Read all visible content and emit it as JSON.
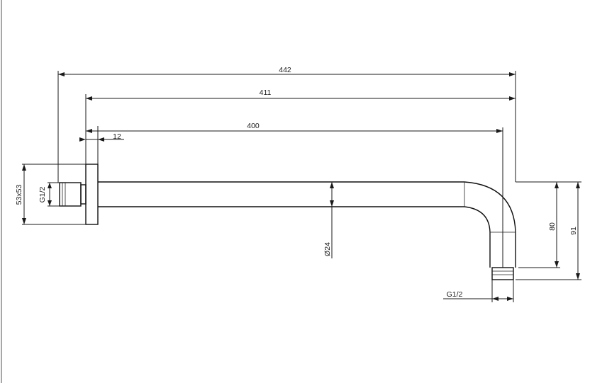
{
  "dimensions": {
    "overall_length": "442",
    "length_from_plate": "411",
    "arm_length": "400",
    "plate_thickness": "12",
    "plate_size": "53x53",
    "inlet_thread": "G1/2",
    "outlet_thread": "G1/2",
    "arm_diameter": "Ø24",
    "drop_height": "80",
    "total_height": "91"
  }
}
